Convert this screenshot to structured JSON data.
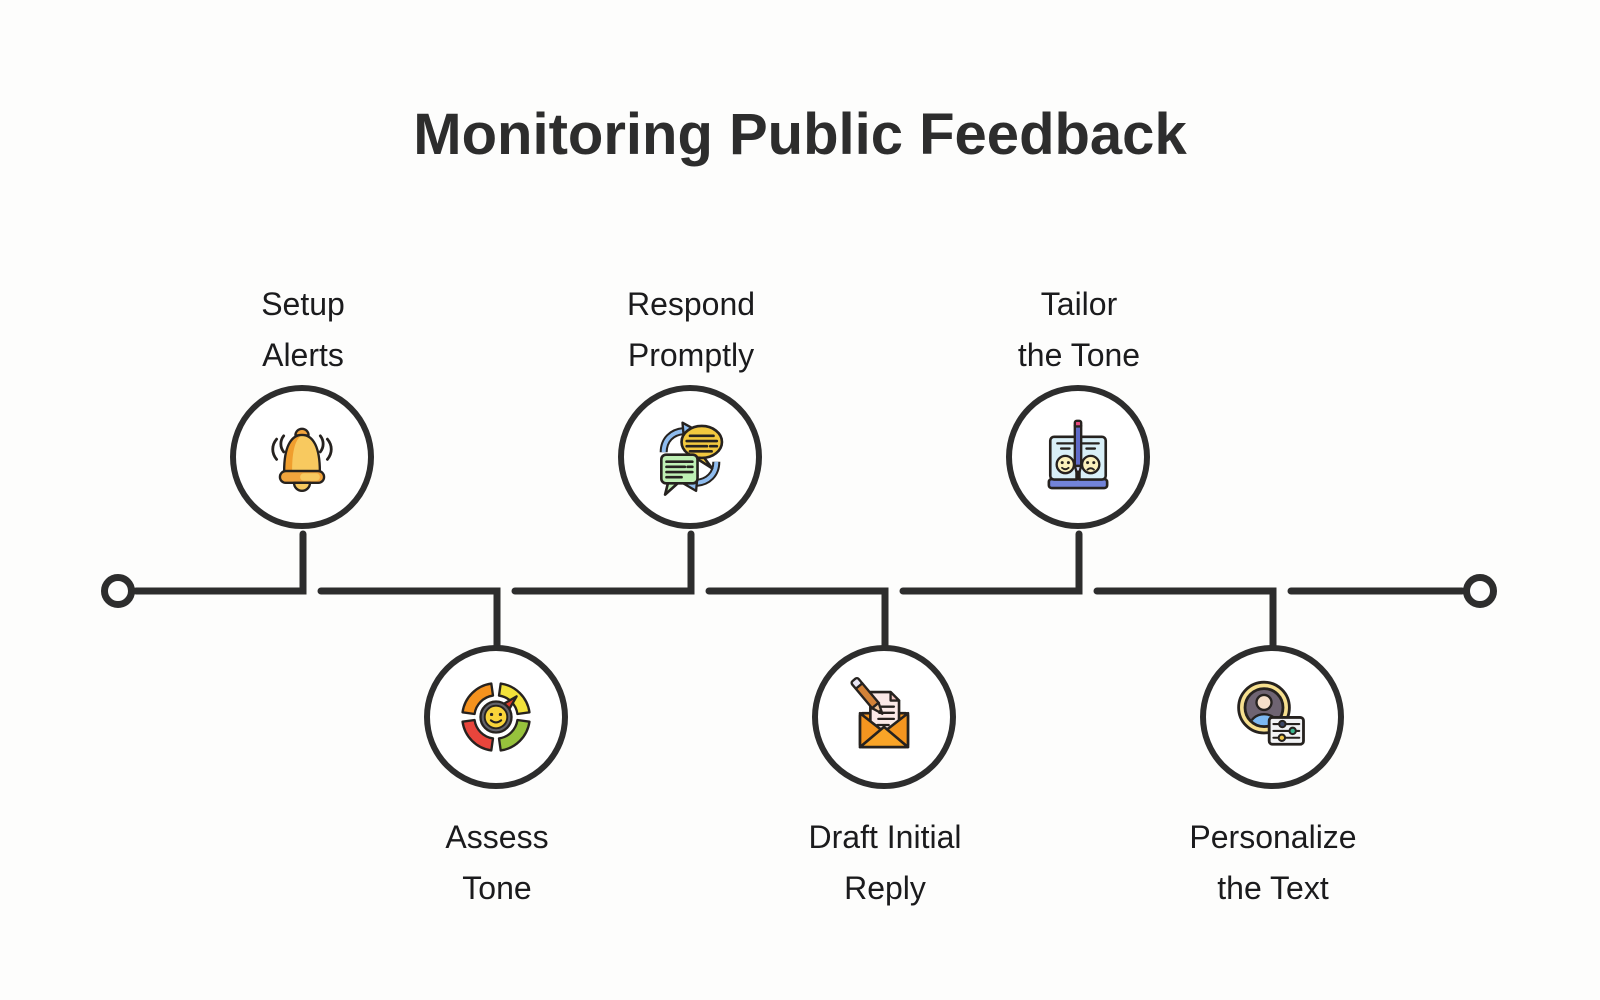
{
  "title": "Monitoring Public Feedback",
  "colors": {
    "background": "#fdfdfc",
    "timeline": "#2d2d2d",
    "title_text": "#2d2d2d",
    "label_text": "#1b1b1d",
    "node_fill": "#ffffff"
  },
  "steps": [
    {
      "id": "setup-alerts",
      "line1": "Setup",
      "line2": "Alerts",
      "position": "above",
      "icon": "bell-icon",
      "icon_colors": [
        "#F8C95F",
        "#F2A43C",
        "#F09E2E"
      ]
    },
    {
      "id": "assess-tone",
      "line1": "Assess",
      "line2": "Tone",
      "position": "below",
      "icon": "sentiment-gauge-icon",
      "icon_colors": [
        "#F5921E",
        "#F2E23A",
        "#97C23C",
        "#E8453C",
        "#F9D43A"
      ]
    },
    {
      "id": "respond-promptly",
      "line1": "Respond",
      "line2": "Promptly",
      "position": "above",
      "icon": "chat-exchange-icon",
      "icon_colors": [
        "#F3C93F",
        "#BFF0B5",
        "#8FBCEE"
      ]
    },
    {
      "id": "draft-initial-reply",
      "line1": "Draft Initial",
      "line2": "Reply",
      "position": "below",
      "icon": "envelope-pencil-icon",
      "icon_colors": [
        "#F5951F",
        "#FBE9E7",
        "#D28238"
      ]
    },
    {
      "id": "tailor-the-tone",
      "line1": "Tailor",
      "line2": "the Tone",
      "position": "above",
      "icon": "tone-book-icon",
      "icon_colors": [
        "#D9F0F8",
        "#7283D9",
        "#5F6BC9",
        "#E8497E",
        "#FBF1BC"
      ]
    },
    {
      "id": "personalize-the-text",
      "line1": "Personalize",
      "line2": "the Text",
      "position": "below",
      "icon": "avatar-settings-icon",
      "icon_colors": [
        "#F7E08F",
        "#6F6472",
        "#7CB9F2",
        "#3BB78F",
        "#F2C84B"
      ]
    }
  ]
}
